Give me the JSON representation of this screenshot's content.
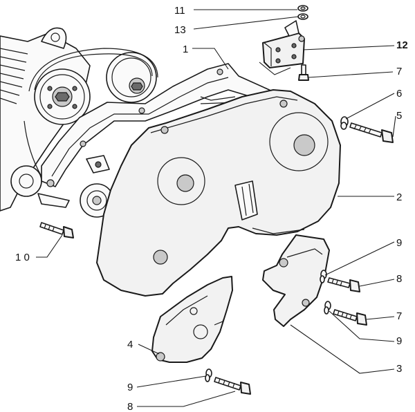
{
  "diagram": {
    "callouts": [
      {
        "id": "c11a",
        "text": "11"
      },
      {
        "id": "c13",
        "text": "13"
      },
      {
        "id": "c1",
        "text": "1"
      },
      {
        "id": "c12",
        "text": "12"
      },
      {
        "id": "c7a",
        "text": "7"
      },
      {
        "id": "c6",
        "text": "6"
      },
      {
        "id": "c5",
        "text": "5"
      },
      {
        "id": "c2",
        "text": "2"
      },
      {
        "id": "c10",
        "text": "1 0"
      },
      {
        "id": "c9a",
        "text": "9"
      },
      {
        "id": "c8a",
        "text": "8"
      },
      {
        "id": "c7b",
        "text": "7"
      },
      {
        "id": "c9b",
        "text": "9"
      },
      {
        "id": "c4",
        "text": "4"
      },
      {
        "id": "c3",
        "text": "3"
      },
      {
        "id": "c9c",
        "text": "9"
      },
      {
        "id": "c8b",
        "text": "8"
      }
    ]
  }
}
